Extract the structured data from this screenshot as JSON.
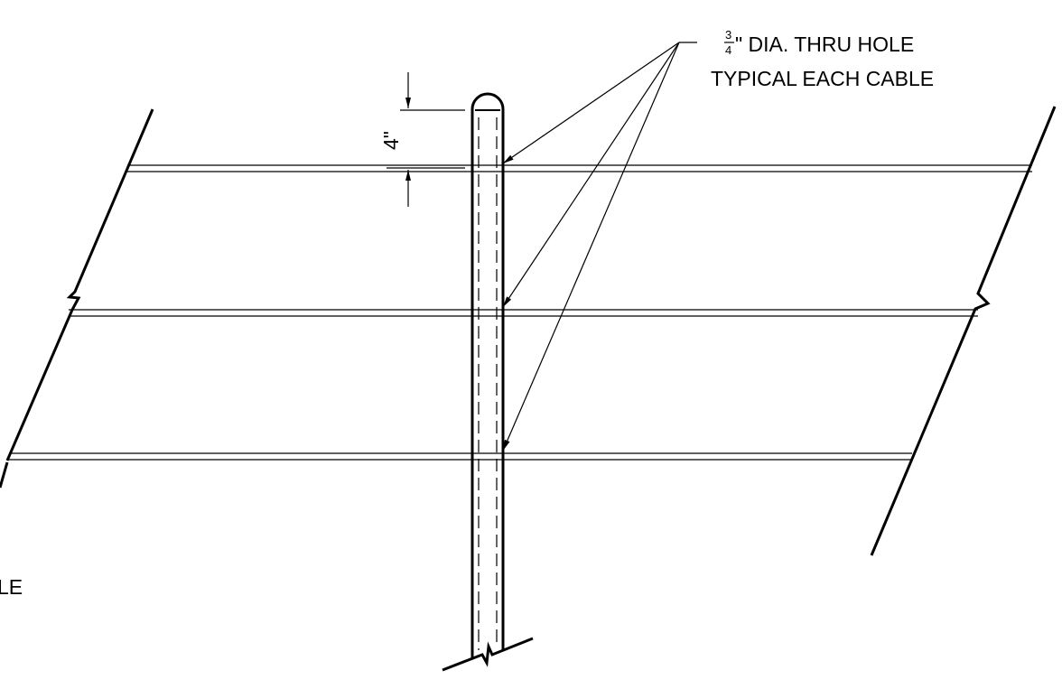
{
  "callout": {
    "fraction_numerator": "3",
    "fraction_denominator": "4",
    "line1_rest": "\" DIA. THRU HOLE",
    "line2": "TYPICAL EACH CABLE"
  },
  "dimension": {
    "value": "4\""
  },
  "clipped_label": {
    "text": "LE"
  }
}
